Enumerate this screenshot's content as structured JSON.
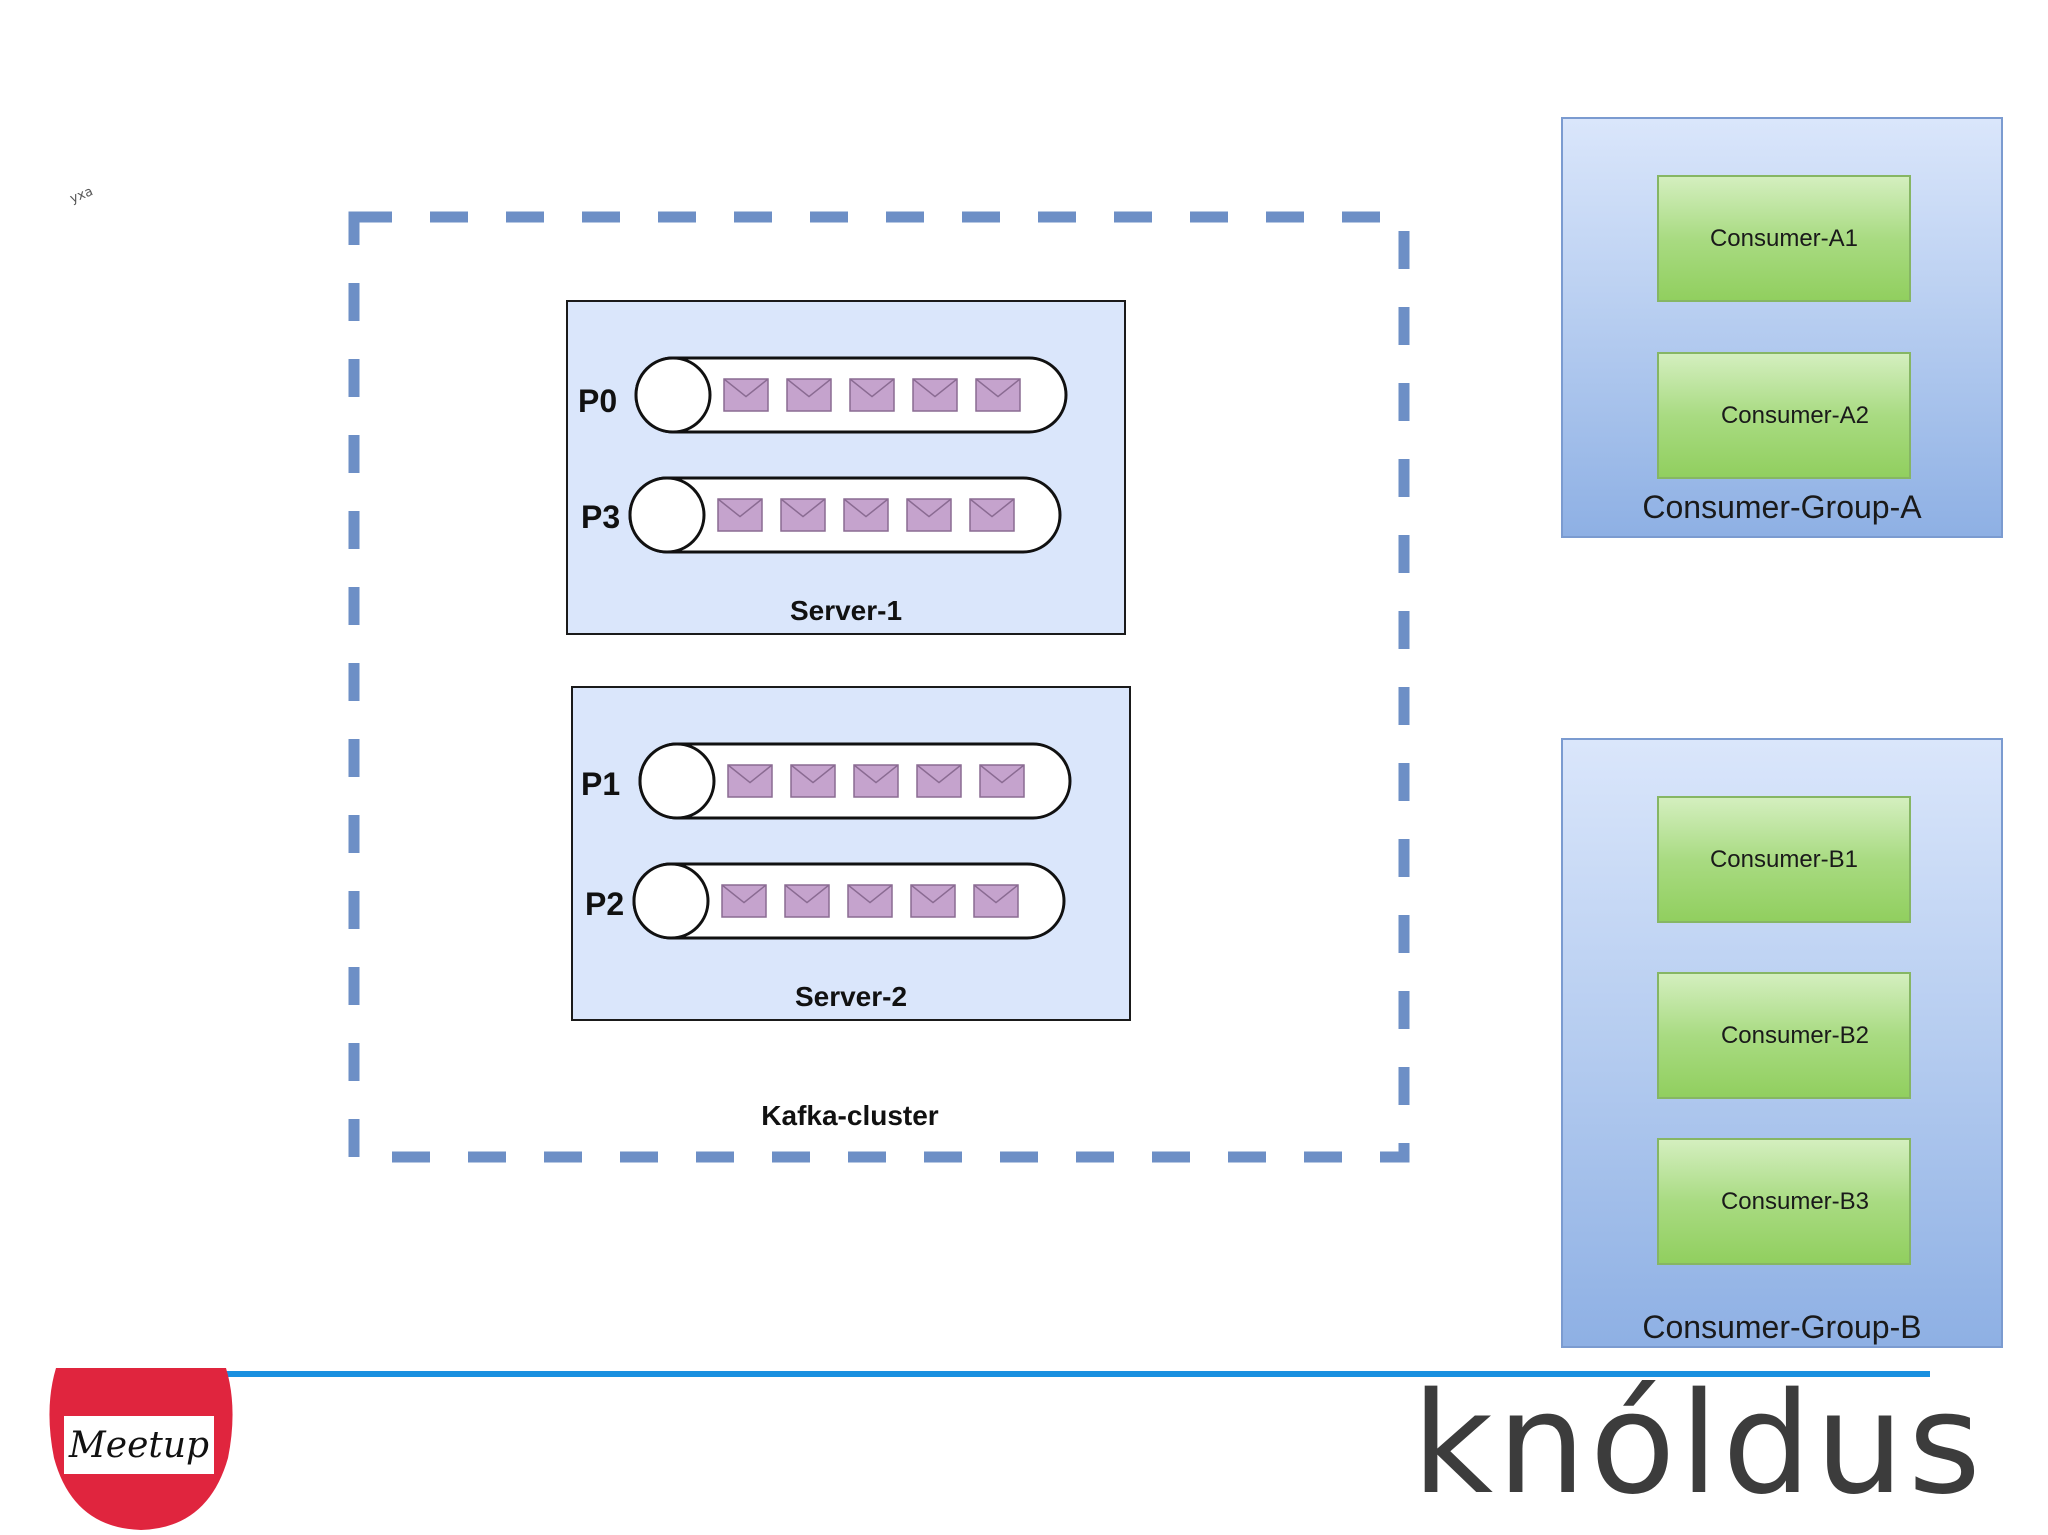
{
  "scribble": "yxa",
  "cluster": {
    "label": "Kafka-cluster"
  },
  "servers": [
    {
      "label": "Server-1",
      "partitions": [
        "P0",
        "P3"
      ]
    },
    {
      "label": "Server-2",
      "partitions": [
        "P1",
        "P2"
      ]
    }
  ],
  "messages_per_partition": 5,
  "consumer_groups": [
    {
      "label": "Consumer-Group-A",
      "consumers": [
        "Consumer-A1",
        "Consumer-A2"
      ]
    },
    {
      "label": "Consumer-Group-B",
      "consumers": [
        "Consumer-B1",
        "Consumer-B2",
        "Consumer-B3"
      ]
    }
  ],
  "footer": {
    "meetup": "Meetup",
    "brand": "knóldus"
  },
  "colors": {
    "cluster_border": "#6d8fc6",
    "server_fill": "#dae6fb",
    "message_fill": "#c5a3cd",
    "consumer_fill": "#a9db82",
    "group_fill": "#b9cff1",
    "footer_line": "#1990e0",
    "meetup_red": "#e0253e",
    "brand_accent": "#1f6fb3"
  }
}
